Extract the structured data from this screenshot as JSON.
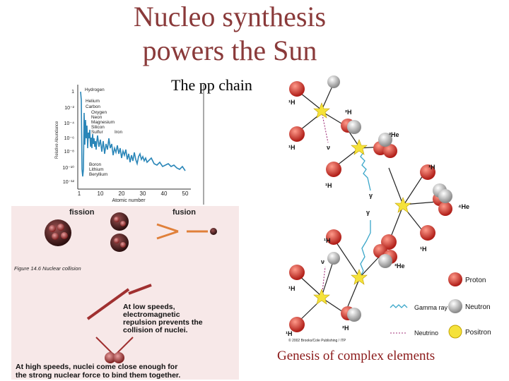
{
  "title": {
    "line1": "Nucleo synthesis",
    "line2": "powers the Sun"
  },
  "pp_label": "The pp chain",
  "caption": "Genesis of complex elements",
  "abundance_chart": {
    "ylabel": "Relative Abundance",
    "xlabel": "Atomic number",
    "y_ticks": [
      "1",
      "10⁻²",
      "10⁻⁴",
      "10⁻⁶",
      "10⁻⁸",
      "10⁻¹⁰",
      "10⁻¹²"
    ],
    "x_ticks": [
      "1",
      "10",
      "20",
      "30",
      "40",
      "50"
    ],
    "element_labels": [
      "Hydrogen",
      "Helium",
      "Carbon",
      "Oxygen",
      "Neon",
      "Magnesium",
      "Silicon",
      "Sulfur",
      "Iron",
      "Boron",
      "Lithium",
      "Beryllium"
    ]
  },
  "fission_panel": {
    "fission_label": "fission",
    "fusion_label": "fusion",
    "figure_caption": "Figure 14.6 Nuclear collision",
    "low_speed_text": [
      "At low speeds,",
      "electromagnetic",
      "repulsion prevents the",
      "collision of nuclei."
    ],
    "high_speed_text": [
      "At high speeds, nuclei come close enough for",
      "the strong nuclear force to bind them  together."
    ]
  },
  "pp_chain": {
    "labels": [
      "¹H",
      "²H",
      "³He",
      "⁴He",
      "γ",
      "ν"
    ],
    "legend": [
      "Proton",
      "Neutron",
      "Positron",
      "Gamma ray",
      "Neutrino"
    ],
    "copyright": "© 2002 Brooks/Cole Publishing / ITP"
  },
  "colors": {
    "title": "#8a3a3a",
    "caption": "#8b1a1a",
    "proton": "#c8302a",
    "neutron": "#b0b0b0"
  }
}
